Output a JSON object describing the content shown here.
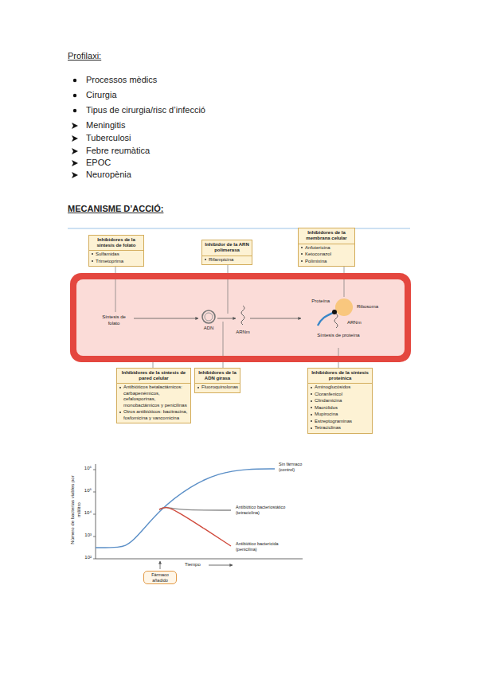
{
  "diagram": {
    "nodes": [
      {
        "text": [
          "Síntesis de folato",
          "ADN",
          "ARNm",
          "Proteína",
          "Ribosoma",
          "ARNm",
          "Síntesis de proteína"
        ]
      },
      {
        "text": [
          "Inhibidores de la síntesis de folato",
          "Sulfamidas",
          "Trimetoprima"
        ]
      },
      {
        "text": [
          "Inhibidor de la ARN polimerasa",
          "Rifampicina"
        ]
      },
      {
        "text": [
          "Inhibidores de la membrana celular",
          "Anfotericina",
          "Ketoconazol",
          "Polimixina"
        ]
      },
      {
        "text": [
          "Inhibidores de la síntesis de pared celular",
          "Antibióticos betalactámicos: carbapenémicos, cefalosporinas, monobactámicos y penicilinas",
          "Otros antibióticos: bacitracina, fosfomicina y vancomicina"
        ]
      },
      {
        "text": [
          "Inhibidores de la ADN girasa",
          "Fluoroquinolonas"
        ]
      },
      {
        "text": [
          "Inhibidores de la síntesis proteínica",
          "Aminoglucósidos",
          "Cloranfenicol",
          "Clindamicina",
          "Macrólidos",
          "Mupirocina",
          "Estreptograminas",
          "Tetraciclinas"
        ]
      },
      {
        "text": [
          "Fármaco añadido"
        ]
      }
    ],
    "edges": [
      {
        "from": 1,
        "to": 0,
        "arrow": "none"
      },
      {
        "from": 2,
        "to": 0,
        "arrow": "none"
      },
      {
        "from": 3,
        "to": 0,
        "arrow": "none"
      },
      {
        "from": 4,
        "to": 0,
        "arrow": "none"
      },
      {
        "from": 5,
        "to": 0,
        "arrow": "none"
      },
      {
        "from": 6,
        "to": 0,
        "arrow": "none"
      }
    ],
    "labels": [
      "Profilaxi:",
      "Processos mèdics",
      "Cirurgia",
      "Tipus de cirurgia/risc d’infecció",
      "Meningitis",
      "Tuberculosi",
      "Febre reumàtica",
      "EPOC",
      "Neuropènia",
      "MECANISME D’ACCIÓ:",
      "10⁶",
      "10⁵",
      "10⁴",
      "10³",
      "10²",
      "Número de bacterias viables por mililitro",
      "Sin fármaco (control)",
      "Antibiótico bacteriostático (tetraciclina)",
      "Antibiótico bactericida (penicilina)",
      "Tiempo"
    ]
  }
}
